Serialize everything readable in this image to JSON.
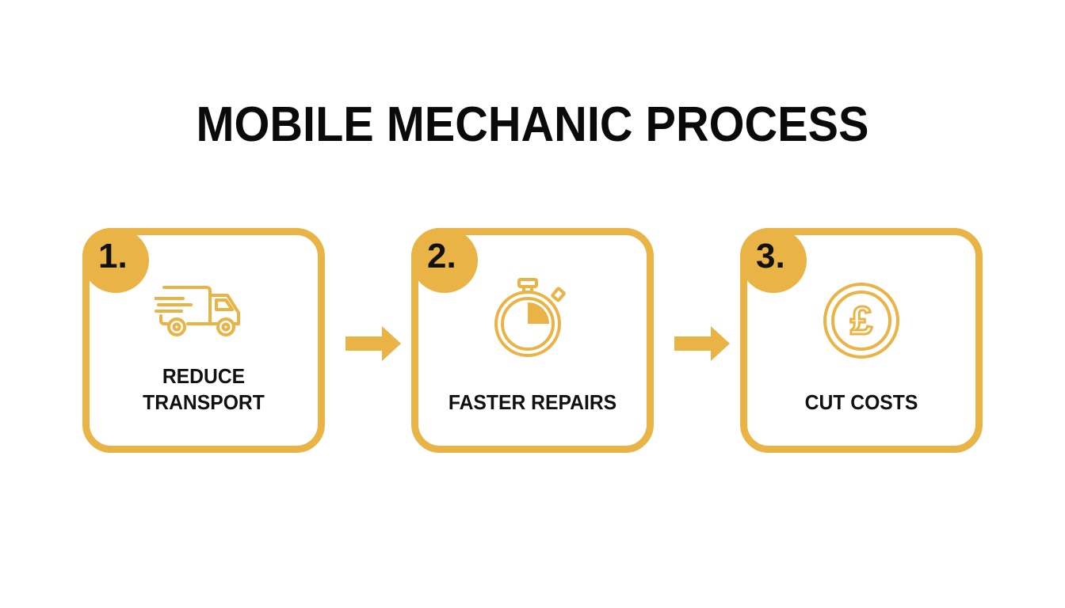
{
  "title": "MOBILE MECHANIC PROCESS",
  "accent_color": "#E9B445",
  "steps": [
    {
      "number": "1.",
      "icon": "delivery-truck-icon",
      "label": "REDUCE TRANSPORT",
      "label_lines": [
        "REDUCE",
        "TRANSPORT"
      ]
    },
    {
      "number": "2.",
      "icon": "stopwatch-icon",
      "label": "FASTER REPAIRS",
      "label_lines": [
        "FASTER REPAIRS"
      ]
    },
    {
      "number": "3.",
      "icon": "pound-coin-icon",
      "label": "CUT COSTS",
      "label_lines": [
        "CUT COSTS"
      ]
    }
  ],
  "connectors": [
    "arrow-right-icon",
    "arrow-right-icon"
  ]
}
